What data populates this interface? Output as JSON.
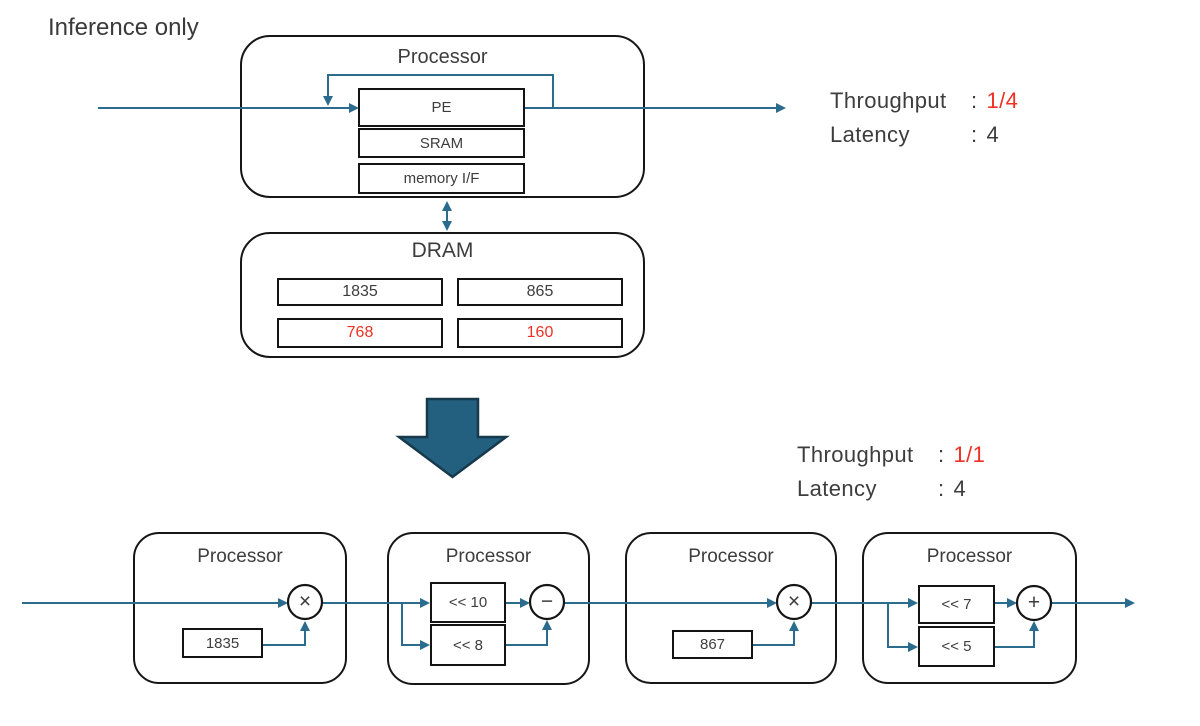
{
  "colors": {
    "line": "#2b6b8e",
    "red": "#ee3124",
    "text": "#3d3d3d",
    "big-arrow-fill": "#235f7f",
    "big-arrow-border": "#17394c"
  },
  "header": {
    "label": "Inference only"
  },
  "top": {
    "processor": {
      "title": "Processor",
      "pe": "PE",
      "sram": "SRAM",
      "memory_if": "memory I/F"
    },
    "dram": {
      "title": "DRAM",
      "cells": [
        "1835",
        "865",
        "768",
        "160"
      ]
    },
    "metrics": {
      "throughput_label": "Throughput",
      "colon": ":",
      "throughput_value": "1/4",
      "latency_label": "Latency",
      "latency_value": "4"
    }
  },
  "bottom": {
    "metrics": {
      "throughput_label": "Throughput",
      "colon": ":",
      "throughput_value": "1/1",
      "latency_label": "Latency",
      "latency_value": "4"
    },
    "processors": [
      {
        "title": "Processor",
        "op": "×",
        "operand": "1835"
      },
      {
        "title": "Processor",
        "op": "−",
        "shift_top": "<< 10",
        "shift_bottom": "<< 8"
      },
      {
        "title": "Processor",
        "op": "×",
        "operand": "867"
      },
      {
        "title": "Processor",
        "op": "+",
        "shift_top": "<< 7",
        "shift_bottom": "<< 5"
      }
    ]
  }
}
